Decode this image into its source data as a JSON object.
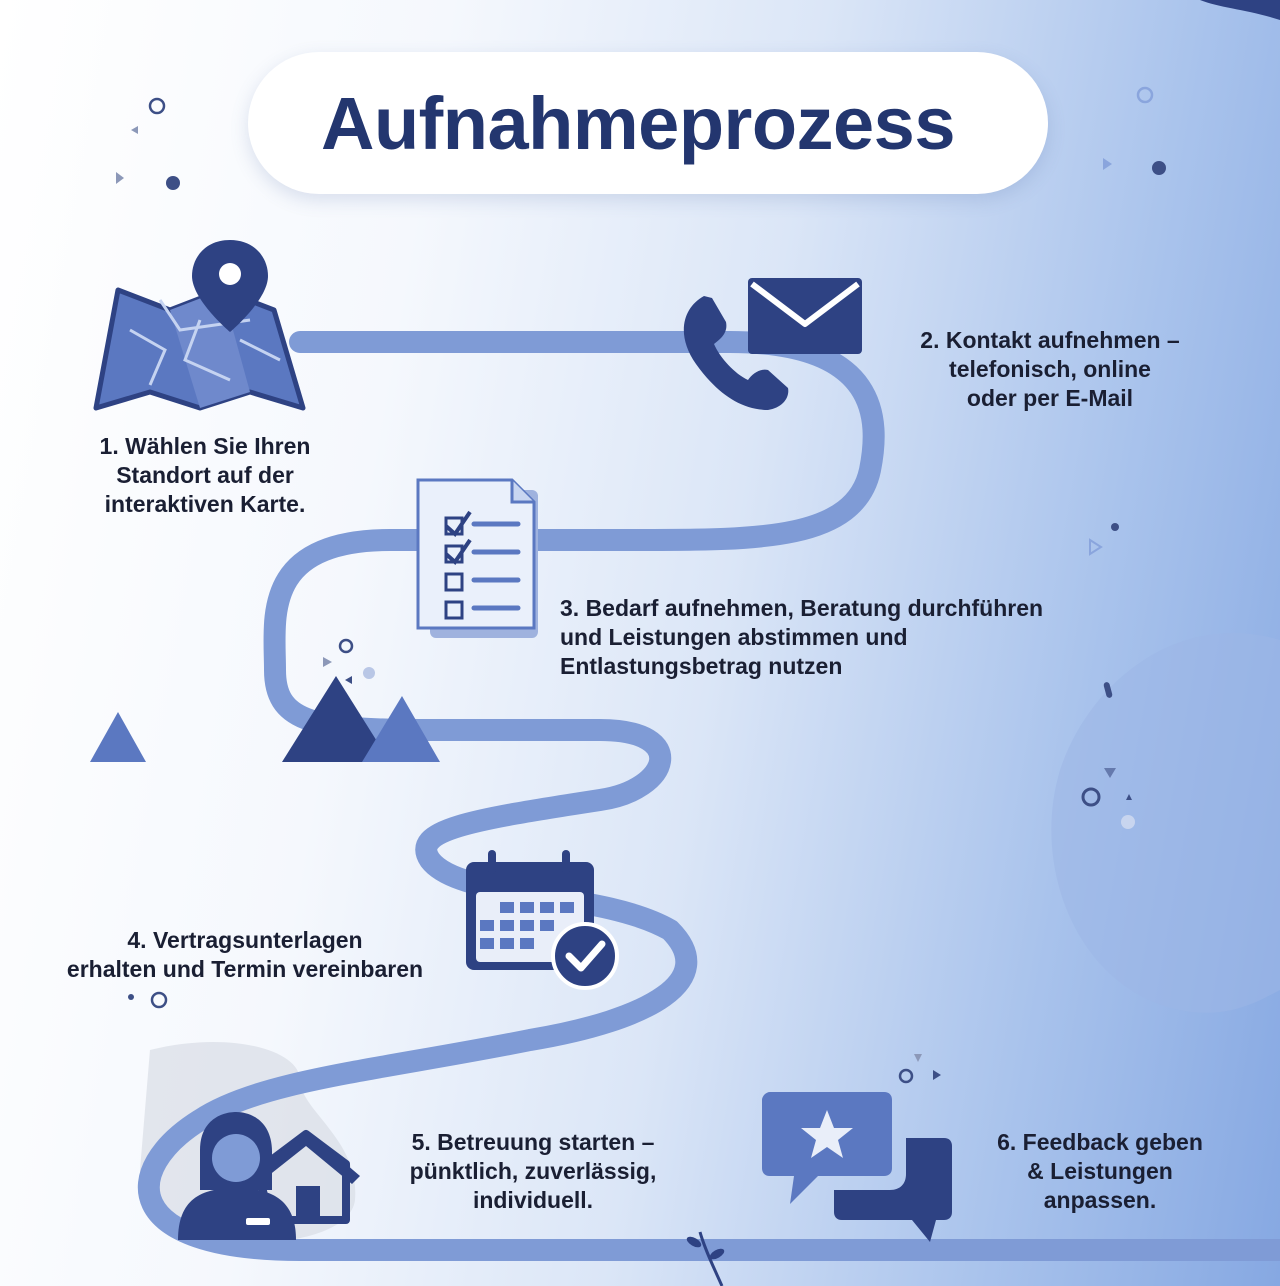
{
  "title": "Aufnahmeprozess",
  "colors": {
    "navy": "#2e4283",
    "mid_blue": "#5b78c1",
    "light_blue": "#8aa5dd",
    "path": "#7f9bd6",
    "text": "#1a1f33"
  },
  "steps": [
    {
      "text": "1. Wählen Sie Ihren\nStandort auf der\ninteraktiven Karte.",
      "icon": "map-pin-icon"
    },
    {
      "text": "2. Kontakt aufnehmen –\ntelefonisch, online\noder per E-Mail",
      "icon": "phone-envelope-icon"
    },
    {
      "text": "3. Bedarf aufnehmen, Beratung durchführen\nund Leistungen abstimmen und\nEntlastungsbetrag nutzen",
      "icon": "checklist-document-icon"
    },
    {
      "text": "4. Vertragsunterlagen\nerhalten und Termin vereinbaren",
      "icon": "calendar-check-icon"
    },
    {
      "text": "5. Betreuung starten –\npünktlich, zuverlässig,\nindividuell.",
      "icon": "caregiver-house-icon"
    },
    {
      "text": "6. Feedback geben\n& Leistungen\nanpassen.",
      "icon": "speech-bubbles-star-icon"
    }
  ]
}
